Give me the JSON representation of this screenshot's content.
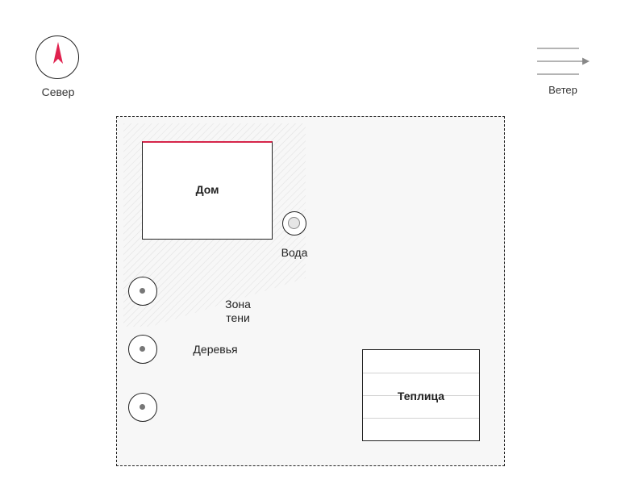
{
  "compass": {
    "label": "Север",
    "icon": "north-arrow-icon",
    "needle_color": "#e0214e"
  },
  "wind": {
    "label": "Ветер",
    "icon": "wind-arrow-icon"
  },
  "plot": {
    "house": {
      "label": "Дом",
      "north_wall_color": "#d6254a"
    },
    "water": {
      "label": "Вода",
      "icon": "water-well-icon"
    },
    "shade": {
      "label_line1": "Зона",
      "label_line2": "тени"
    },
    "trees": {
      "label": "Деревья",
      "count": 3,
      "icon": "tree-icon"
    },
    "greenhouse": {
      "label": "Теплица"
    }
  }
}
